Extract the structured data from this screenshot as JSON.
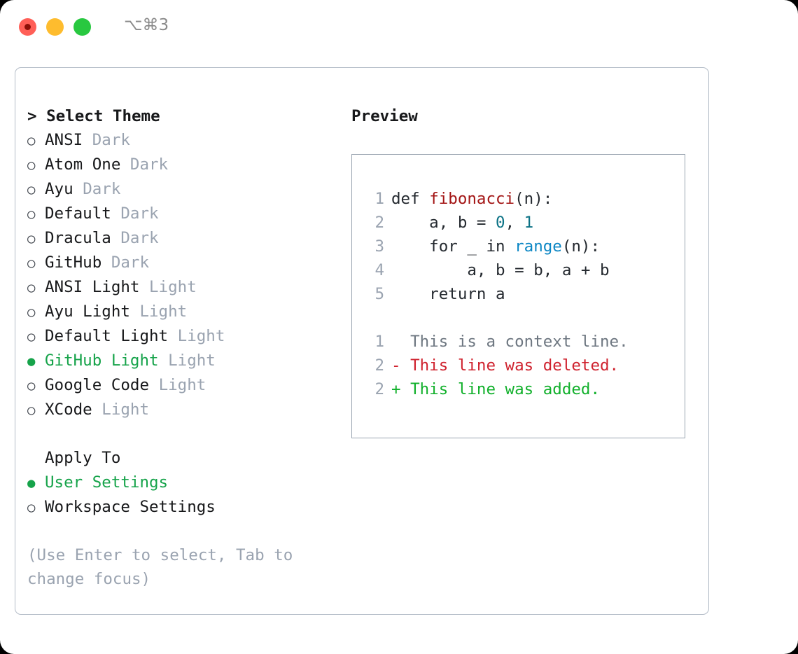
{
  "titlebar": {
    "shortcut": "⌥⌘3",
    "buttons": {
      "close": "close",
      "minimize": "minimize",
      "zoom": "zoom"
    }
  },
  "colors": {
    "accent_green": "#16a34a",
    "muted": "#9aa3b0",
    "text": "#17181a",
    "border": "#b3bcc7",
    "preview_border": "#9aa5b1",
    "diff_add": "#11b02b",
    "diff_del": "#cf222e",
    "code_func": "#a31515",
    "code_num": "#0b7285",
    "code_builtin": "#0b86c4"
  },
  "theme_panel": {
    "title": "> Select Theme",
    "markers": {
      "unselected": "○",
      "selected": "●",
      "none": " "
    },
    "themes": [
      {
        "name": "ANSI",
        "tag": "Dark",
        "selected": false
      },
      {
        "name": "Atom One",
        "tag": "Dark",
        "selected": false
      },
      {
        "name": "Ayu",
        "tag": "Dark",
        "selected": false
      },
      {
        "name": "Default",
        "tag": "Dark",
        "selected": false
      },
      {
        "name": "Dracula",
        "tag": "Dark",
        "selected": false
      },
      {
        "name": "GitHub",
        "tag": "Dark",
        "selected": false
      },
      {
        "name": "ANSI Light",
        "tag": "Light",
        "selected": false
      },
      {
        "name": "Ayu Light",
        "tag": "Light",
        "selected": false
      },
      {
        "name": "Default Light",
        "tag": "Light",
        "selected": false
      },
      {
        "name": "GitHub Light",
        "tag": "Light",
        "selected": true
      },
      {
        "name": "Google Code",
        "tag": "Light",
        "selected": false
      },
      {
        "name": "XCode",
        "tag": "Light",
        "selected": false
      }
    ],
    "apply_to": {
      "title": "Apply To",
      "options": [
        {
          "name": "User Settings",
          "selected": true
        },
        {
          "name": "Workspace Settings",
          "selected": false
        }
      ]
    },
    "hint": "(Use Enter to select, Tab to change focus)"
  },
  "preview": {
    "title": "Preview",
    "code_lines": [
      {
        "no": "1",
        "tokens": [
          {
            "t": "def ",
            "c": "tok-plain"
          },
          {
            "t": "fibonacci",
            "c": "tok-func"
          },
          {
            "t": "(n):",
            "c": "tok-punct"
          }
        ]
      },
      {
        "no": "2",
        "tokens": [
          {
            "t": "    a, b = ",
            "c": "tok-plain"
          },
          {
            "t": "0",
            "c": "tok-num"
          },
          {
            "t": ", ",
            "c": "tok-plain"
          },
          {
            "t": "1",
            "c": "tok-num"
          }
        ]
      },
      {
        "no": "3",
        "tokens": [
          {
            "t": "    for _ in ",
            "c": "tok-plain"
          },
          {
            "t": "range",
            "c": "tok-builtin"
          },
          {
            "t": "(n):",
            "c": "tok-punct"
          }
        ]
      },
      {
        "no": "4",
        "tokens": [
          {
            "t": "        a, b = b, a + b",
            "c": "tok-plain"
          }
        ]
      },
      {
        "no": "5",
        "tokens": [
          {
            "t": "    return a",
            "c": "tok-plain"
          }
        ]
      }
    ],
    "diff_lines": [
      {
        "no": "1",
        "text": "  This is a context line.",
        "kind": "diff-context"
      },
      {
        "no": "2",
        "text": "- This line was deleted.",
        "kind": "diff-del"
      },
      {
        "no": "2",
        "text": "+ This line was added.",
        "kind": "diff-add"
      }
    ]
  }
}
